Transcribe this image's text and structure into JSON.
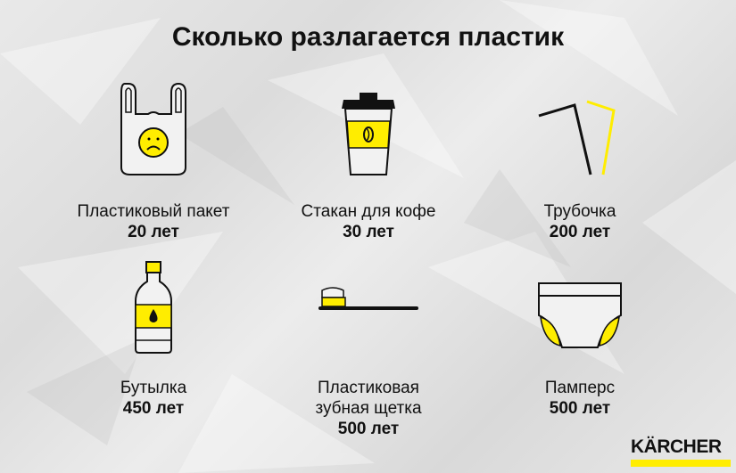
{
  "title": "Сколько разлагается пластик",
  "items": [
    {
      "icon": "plastic-bag-icon",
      "label": "Пластиковый пакет",
      "years": "20 лет"
    },
    {
      "icon": "coffee-cup-icon",
      "label": "Стакан для кофе",
      "years": "30 лет"
    },
    {
      "icon": "straw-icon",
      "label": "Трубочка",
      "years": "200 лет"
    },
    {
      "icon": "bottle-icon",
      "label": "Бутылка",
      "years": "450 лет"
    },
    {
      "icon": "toothbrush-icon",
      "label": "Пластиковая зубная щетка",
      "label_line1": "Пластиковая",
      "label_line2": "зубная щетка",
      "years": "500 лет"
    },
    {
      "icon": "diaper-icon",
      "label": "Памперс",
      "years": "500 лет"
    }
  ],
  "brand": {
    "name": "KÄRCHER",
    "color": "#ffed00"
  }
}
